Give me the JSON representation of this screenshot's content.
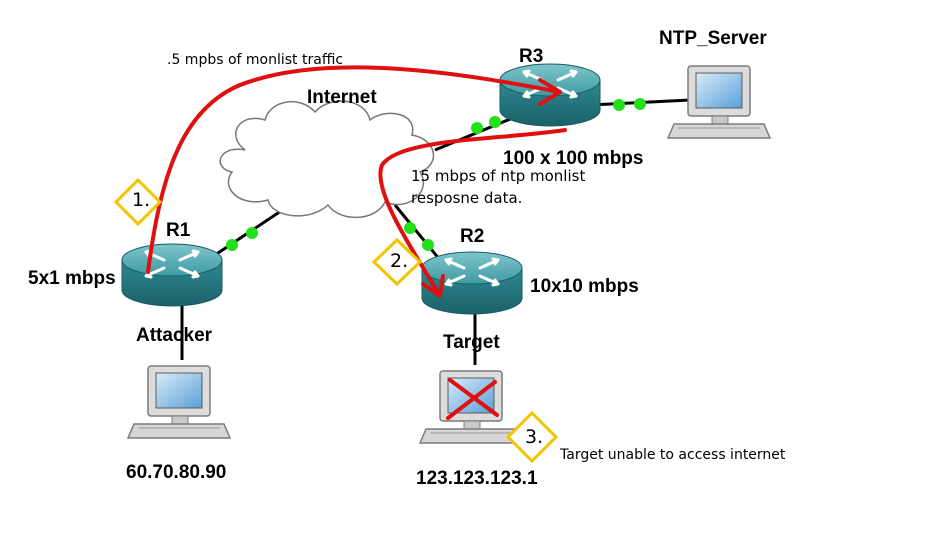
{
  "nodes": {
    "ntp_server": "NTP_Server",
    "r3": "R3",
    "r1": "R1",
    "r2": "R2",
    "internet": "Internet",
    "attacker": "Attacker",
    "target": "Target"
  },
  "bandwidth": {
    "r1": "5x1 mbps",
    "r3": "100 x 100 mbps",
    "r2": "10x10 mbps"
  },
  "addresses": {
    "attacker_ip": "60.70.80.90",
    "target_ip": "123.123.123.1"
  },
  "annotations": {
    "monlist_traffic": ".5 mpbs of monlist traffic",
    "response_line1": "15 mbps of ntp monlist",
    "response_line2": "resposne data.",
    "target_unable": "Target unable to access internet"
  },
  "steps": [
    "1.",
    "2.",
    "3."
  ],
  "colors": {
    "router_body": "#2e8a93",
    "link_dot": "#22e01b",
    "attack_path": "#e01010",
    "step_marker": "#f2c500",
    "target_cross": "#e01010"
  }
}
